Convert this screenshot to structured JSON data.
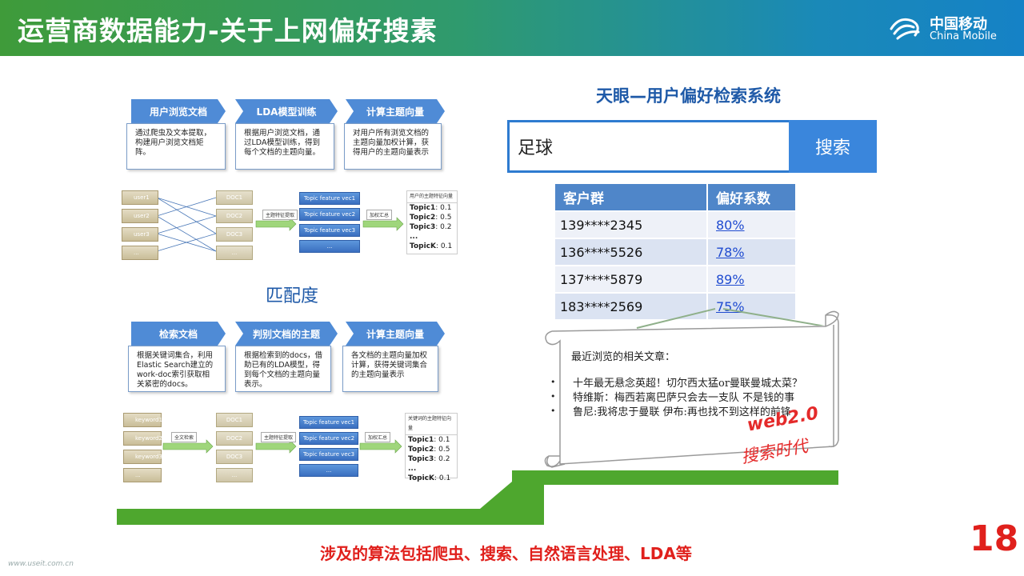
{
  "header": {
    "title": "运营商数据能力-关于上网偏好搜素",
    "logo_cn": "中国移动",
    "logo_en": "China Mobile"
  },
  "flow_top": {
    "steps": [
      {
        "label": "用户浏览文档",
        "desc": "通过爬虫及文本提取，构建用户浏览文档矩阵。"
      },
      {
        "label": "LDA模型训练",
        "desc": "根据用户浏览文档，通过LDA模型训练，得到每个文档的主题向量。"
      },
      {
        "label": "计算主题向量",
        "desc": "对用户所有浏览文档的主题向量加权计算，获得用户的主题向量表示"
      }
    ],
    "inputs": [
      "user1",
      "user2",
      "user3",
      "..."
    ],
    "docs": [
      "DOC1",
      "DOC2",
      "DOC3",
      "..."
    ],
    "arrow1": "主题特征提取",
    "vecs": [
      "Topic feature vec1",
      "Topic feature vec2",
      "Topic feature vec3",
      "..."
    ],
    "arrow2": "加权汇总",
    "topic_header": "用户的主题特征向量",
    "topics": [
      {
        "k": "Topic1",
        "v": ": 0.1"
      },
      {
        "k": "Topic2",
        "v": ": 0.5"
      },
      {
        "k": "Topic3",
        "v": ": 0.2"
      },
      {
        "k": "...",
        "v": ""
      },
      {
        "k": "TopicK",
        "v": ": 0.1"
      }
    ]
  },
  "match_label": "匹配度",
  "flow_bottom": {
    "steps": [
      {
        "label": "检索文档",
        "desc": "根据关键词集合，利用Elastic Search建立的work-doc索引获取相关紧密的docs。"
      },
      {
        "label": "判别文档的主题",
        "desc": "根据检索到的docs，借助已有的LDA模型，得到每个文档的主题向量表示。"
      },
      {
        "label": "计算主题向量",
        "desc": "各文档的主题向量加权计算，获得关键词集合的主题向量表示"
      }
    ],
    "inputs": [
      "keyword1",
      "keyword2",
      "keyword3",
      "..."
    ],
    "arrow0": "全文检索",
    "docs": [
      "DOC1",
      "DOC2",
      "DOC3",
      "..."
    ],
    "arrow1": "主题特征提取",
    "vecs": [
      "Topic feature vec1",
      "Topic feature vec2",
      "Topic feature vec3",
      "..."
    ],
    "arrow2": "加权汇总",
    "topic_header": "关键词的主题特征向量",
    "topics": [
      {
        "k": "Topic1",
        "v": ": 0.1"
      },
      {
        "k": "Topic2",
        "v": ": 0.5"
      },
      {
        "k": "Topic3",
        "v": ": 0.2"
      },
      {
        "k": "...",
        "v": ""
      },
      {
        "k": "TopicK",
        "v": ": 0.1"
      }
    ]
  },
  "search_system": {
    "title": "天眼—用户偏好检索系统",
    "query": "足球",
    "button": "搜索",
    "columns": [
      "客户群",
      "偏好系数"
    ],
    "rows": [
      {
        "group": "139****2345",
        "score": "80%"
      },
      {
        "group": "136****5526",
        "score": "78%"
      },
      {
        "group": "137****5879",
        "score": "89%"
      },
      {
        "group": "183****2569",
        "score": "75%"
      }
    ]
  },
  "recent": {
    "title": "最近浏览的相关文章：",
    "articles": [
      "十年最无悬念英超！切尔西太猛or曼联曼城太菜？",
      "特维斯：梅西若离巴萨只会去一支队 不是钱的事",
      "鲁尼:我将忠于曼联 伊布:再也找不到这样的前锋"
    ],
    "bullet": "•"
  },
  "stamp": {
    "line1": "web2.0",
    "line2": "搜索时代"
  },
  "footer_note": "涉及的算法包括爬虫、搜索、自然语言处理、LDA等",
  "page_number": "18",
  "watermark": "www.useit.com.cn",
  "colors": {
    "accent_blue": "#3a86dc",
    "footer_red": "#e0201c",
    "green": "#4ea72e"
  }
}
